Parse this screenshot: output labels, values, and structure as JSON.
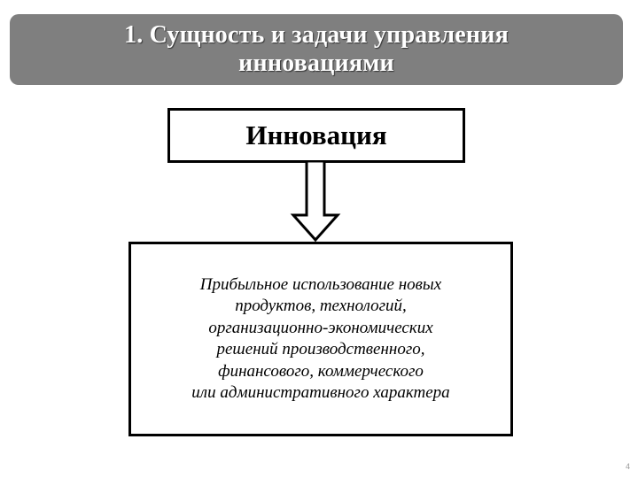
{
  "title": {
    "lines": [
      "1. Сущность  и задачи управления",
      "инновациями"
    ]
  },
  "diagram": {
    "top_label": "Инновация",
    "definition_lines": [
      "Прибыльное использование новых",
      "продуктов, технологий,",
      "организационно-экономических",
      "решений производственного,",
      "финансового, коммерческого",
      "или административного характера"
    ]
  },
  "page_number": "4",
  "colors": {
    "title_background": "#7f7f7f",
    "title_text": "#ffffff",
    "border": "#000000"
  }
}
